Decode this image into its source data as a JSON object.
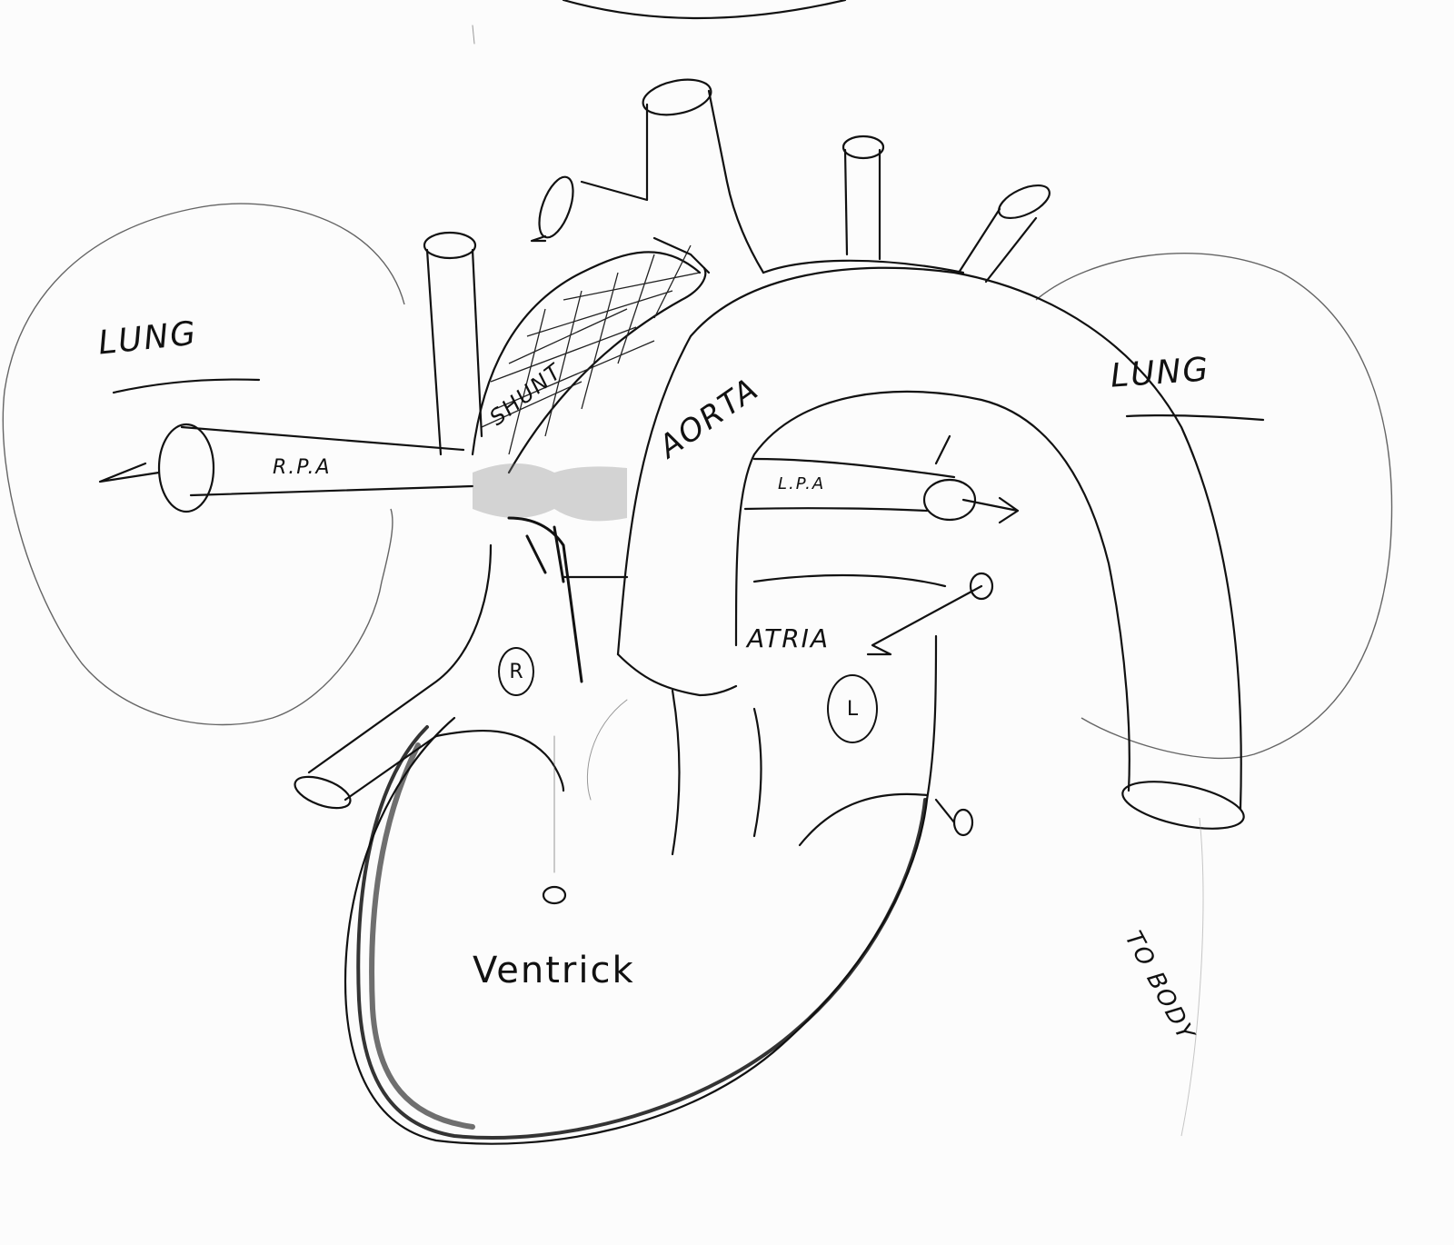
{
  "diagram": {
    "title": "Hand-drawn heart sketch with shunt",
    "type": "anatomical sketch",
    "labels": {
      "lung_left": "LUNG",
      "lung_right": "LUNG",
      "shunt": "SHUNT",
      "aorta": "AORTA",
      "rpa": "R.P.A",
      "lpa": "L.P.A",
      "atria": "ATRIA",
      "ventricle": "Ventrick",
      "to_body": "TO BODY",
      "right_marker": "R",
      "left_marker": "L"
    },
    "structures": [
      "left-lung",
      "right-lung",
      "aortic-arch",
      "descending-aorta",
      "shunt-graft",
      "right-pulmonary-artery",
      "left-pulmonary-artery",
      "superior-vena-cava",
      "inferior-vena-cava",
      "atria",
      "ventricle",
      "head-neck-vessels"
    ],
    "arrows": [
      {
        "from": "right-pulmonary-artery",
        "direction": "left"
      },
      {
        "from": "left-pulmonary-artery",
        "direction": "right"
      },
      {
        "from": "pulmonary-vein",
        "direction": "into-atria"
      }
    ],
    "colors": {
      "ink": "#111111",
      "paper": "#fcfcfc"
    }
  }
}
